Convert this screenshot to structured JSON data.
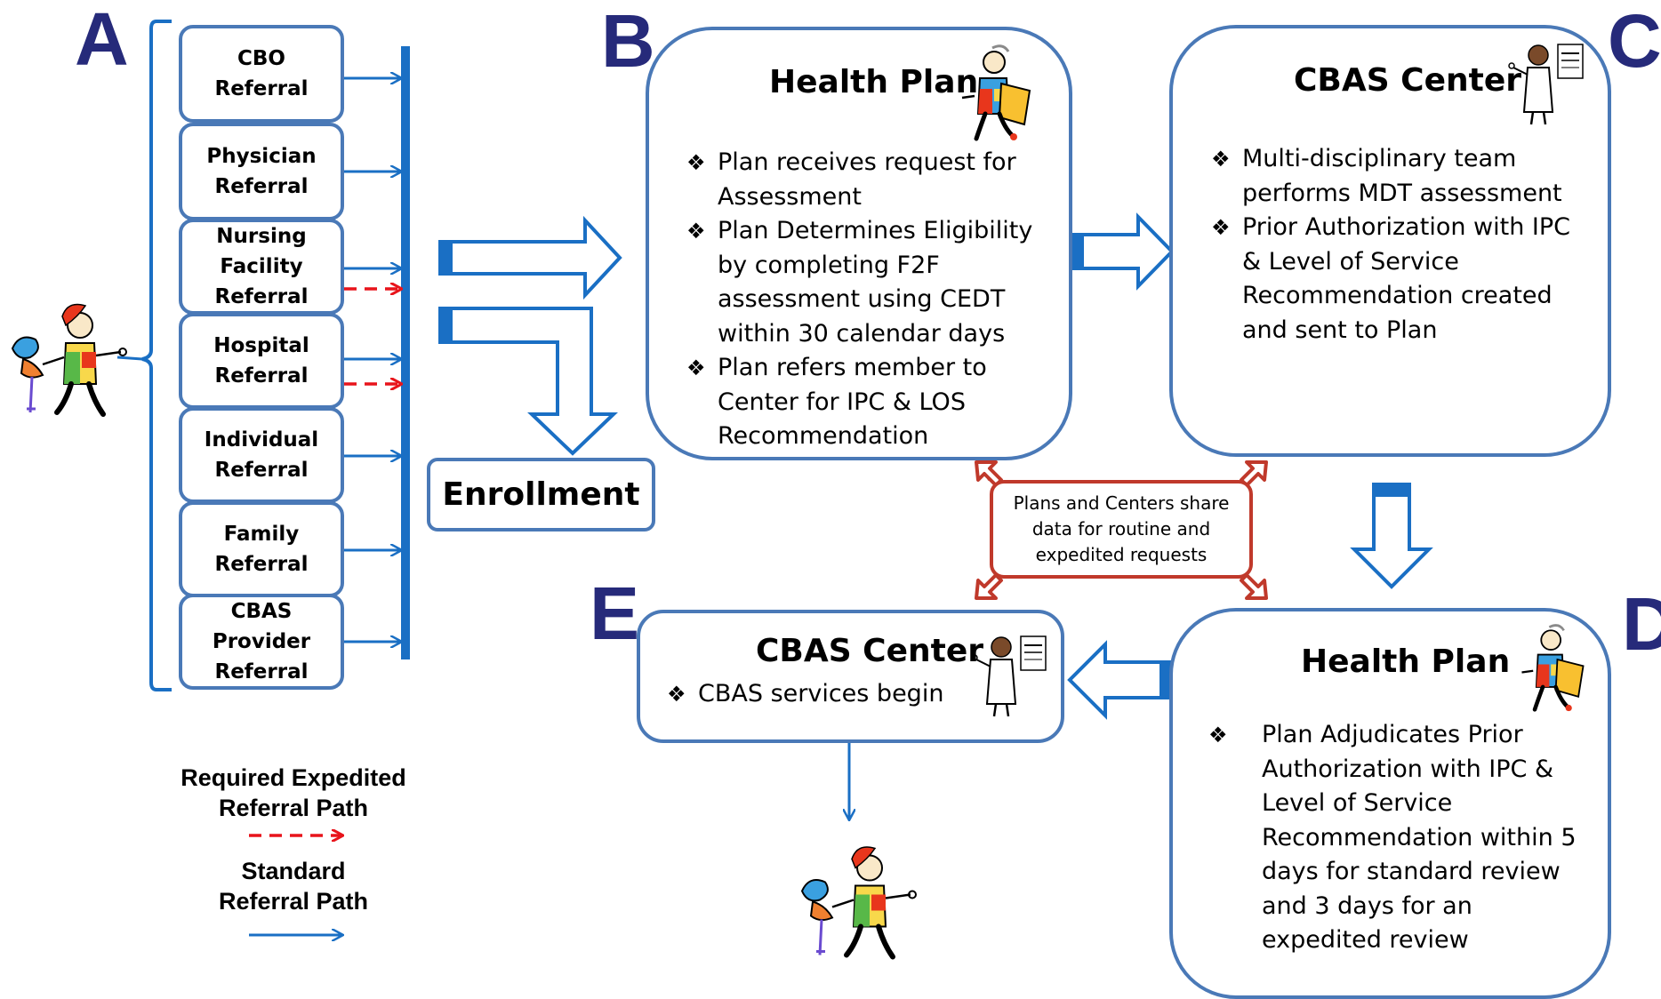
{
  "sections": {
    "a": "A",
    "b": "B",
    "c": "C",
    "d": "D",
    "e": "E"
  },
  "referrals": [
    {
      "label": "CBO\nReferral"
    },
    {
      "label": "Physician\nReferral"
    },
    {
      "label": "Nursing\nFacility\nReferral"
    },
    {
      "label": "Hospital\nReferral"
    },
    {
      "label": "Individual\nReferral"
    },
    {
      "label": "Family\nReferral"
    },
    {
      "label": "CBAS\nProvider\nReferral"
    }
  ],
  "enrollment": "Enrollment",
  "health_plan_b": {
    "title": "Health Plan",
    "bullets": [
      "Plan receives request for Assessment",
      "Plan Determines Eligibility by completing F2F assessment using CEDT within 30 calendar days",
      "Plan refers member to Center for IPC & LOS Recommendation"
    ]
  },
  "cbas_center_c": {
    "title": "CBAS Center",
    "bullets": [
      "Multi-disciplinary team performs MDT assessment",
      "Prior Authorization with IPC & Level of Service Recommendation created and sent to Plan"
    ]
  },
  "share_note": "Plans and Centers share data for routine and expedited requests",
  "health_plan_d": {
    "title": "Health Plan",
    "bullets": [
      "Plan Adjudicates Prior Authorization with IPC & Level of Service Recommendation within 5 days for standard review and 3 days for an expedited review"
    ]
  },
  "cbas_center_e": {
    "title": "CBAS Center",
    "bullets": [
      "CBAS services begin"
    ]
  },
  "bullet_mark": "❖",
  "legend": {
    "expedited": "Required  Expedited\nReferral Path",
    "standard": "Standard\nReferral Path"
  },
  "colors": {
    "box_border": "#4a79b7",
    "arrow": "#1a6fc4",
    "expedited": "#e8141b",
    "share_border": "#c0392b",
    "letters": "#262a7a"
  },
  "icons": [
    "person-with-chair-icon",
    "health-plan-figure-icon",
    "doctor-eye-chart-icon"
  ]
}
